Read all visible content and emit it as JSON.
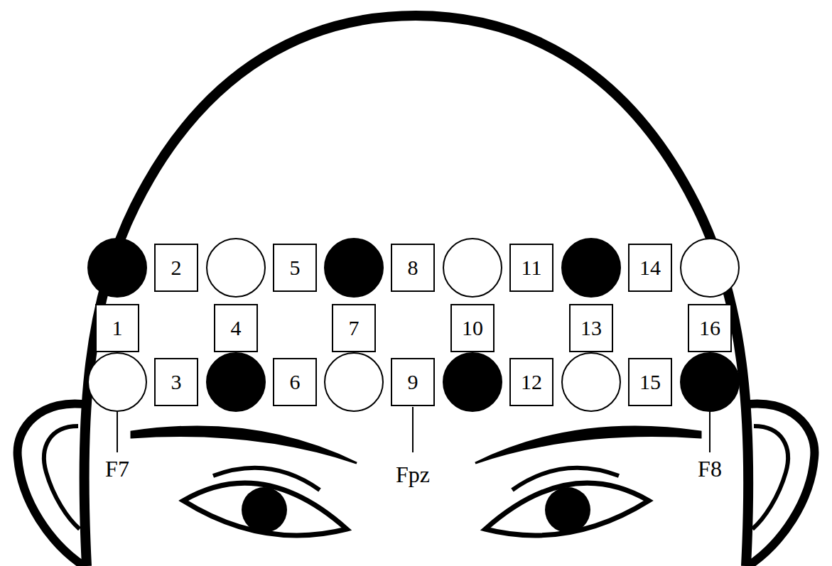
{
  "diagram": {
    "nodes": [
      {
        "text": [
          "2"
        ]
      },
      {
        "text": [
          "5"
        ]
      },
      {
        "text": [
          "8"
        ]
      },
      {
        "text": [
          "11"
        ]
      },
      {
        "text": [
          "14"
        ]
      },
      {
        "text": [
          "1"
        ]
      },
      {
        "text": [
          "4"
        ]
      },
      {
        "text": [
          "7"
        ]
      },
      {
        "text": [
          "10"
        ]
      },
      {
        "text": [
          "13"
        ]
      },
      {
        "text": [
          "16"
        ]
      },
      {
        "text": [
          "3"
        ]
      },
      {
        "text": [
          "6"
        ]
      },
      {
        "text": [
          "9"
        ]
      },
      {
        "text": [
          "12"
        ]
      },
      {
        "text": [
          "15"
        ]
      }
    ],
    "labels": [
      "F7",
      "Fpz",
      "F8"
    ]
  }
}
